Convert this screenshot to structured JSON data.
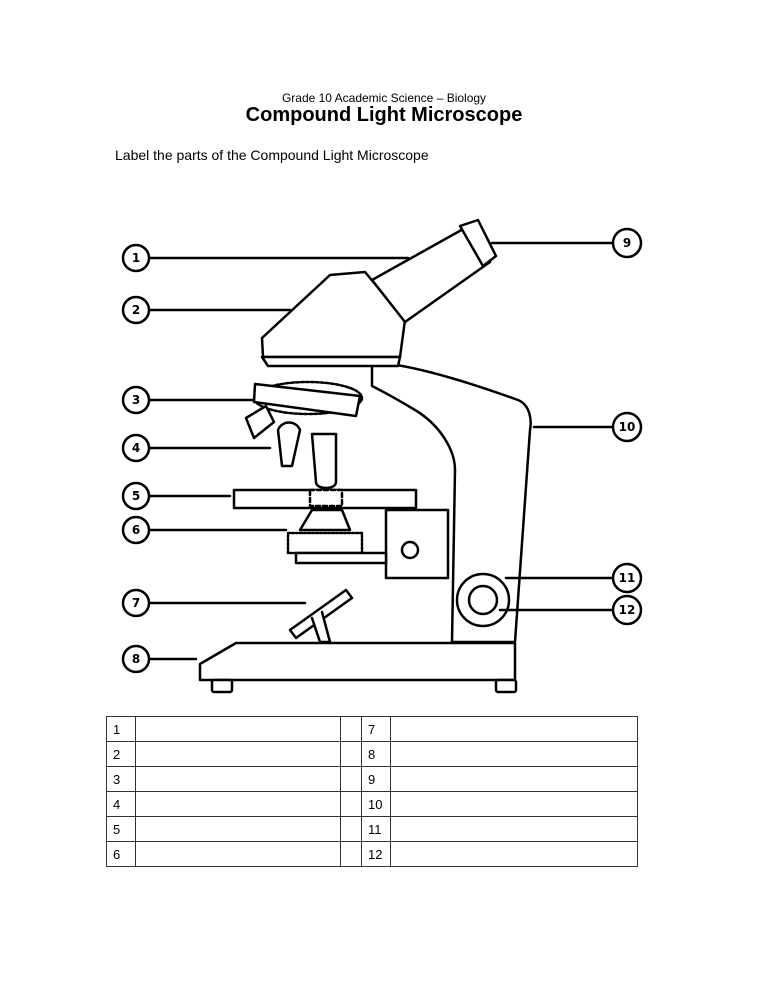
{
  "header": {
    "subtitle": "Grade 10 Academic Science – Biology",
    "title": "Compound Light Microscope"
  },
  "instruction": "Label the parts of the Compound Light Microscope",
  "callouts": [
    "1",
    "2",
    "3",
    "4",
    "5",
    "6",
    "7",
    "8",
    "9",
    "10",
    "11",
    "12"
  ],
  "table": {
    "left_numbers": [
      "1",
      "2",
      "3",
      "4",
      "5",
      "6"
    ],
    "right_numbers": [
      "7",
      "8",
      "9",
      "10",
      "11",
      "12"
    ]
  }
}
